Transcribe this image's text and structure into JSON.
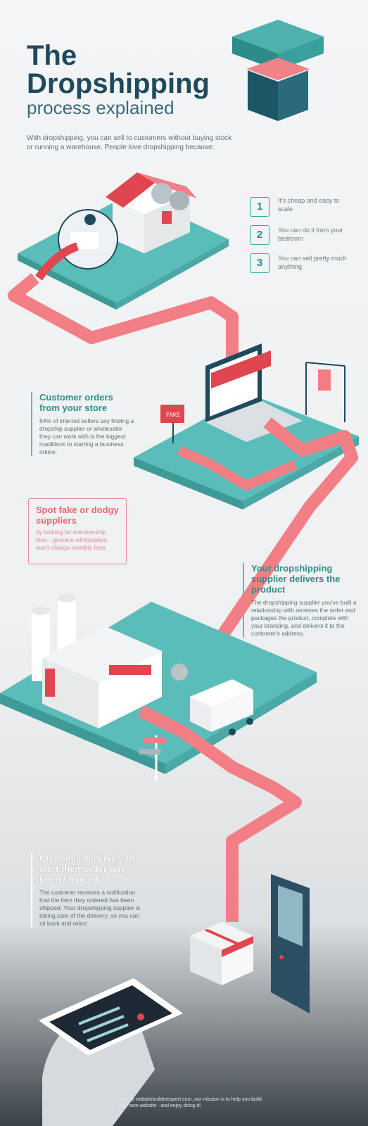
{
  "header": {
    "title_line1": "The",
    "title_line2": "Dropshipping",
    "title_line3": "process explained",
    "intro": "With dropshipping, you can sell to customers without buying stock or running a warehouse. People love dropshipping because:"
  },
  "reasons": [
    {
      "num": "1",
      "text": "It's cheap and easy to scale"
    },
    {
      "num": "2",
      "text": "You can do it from your bedroom"
    },
    {
      "num": "3",
      "text": "You can sell pretty much anything"
    }
  ],
  "step_orders": {
    "title": "Customer orders from your store",
    "body": "84% of internet sellers say finding a dropship supplier or wholesaler they can work with is the biggest roadblock to starting a business online."
  },
  "step_fake": {
    "title": "Spot fake or dodgy suppliers",
    "body": "by looking for membership fees - genuine wholesalers won't charge monthly fees."
  },
  "step_supplier": {
    "title": "Your dropshipping supplier delivers the product",
    "body": "The dropshipping supplier you've built a relationship with receives the order and packages the product, complete with your branding, and delivers it to the customer's address."
  },
  "step_alert": {
    "title": "Customer receives an alert their order has been shipped",
    "body": "The customer receives a notification that the item they ordered has been shipped. Your dropshipping supplier is taking care of the delivery, so you can sit back and relax!"
  },
  "scene": {
    "fake_sign": "FAKE"
  },
  "footer": "Here at websitebuilderexpert.com, our mission is to help you build your own website - and enjoy doing it!",
  "colors": {
    "teal": "#5bbdb9",
    "navy": "#1f4a5c",
    "pink": "#f17f85",
    "red": "#e0464f"
  }
}
